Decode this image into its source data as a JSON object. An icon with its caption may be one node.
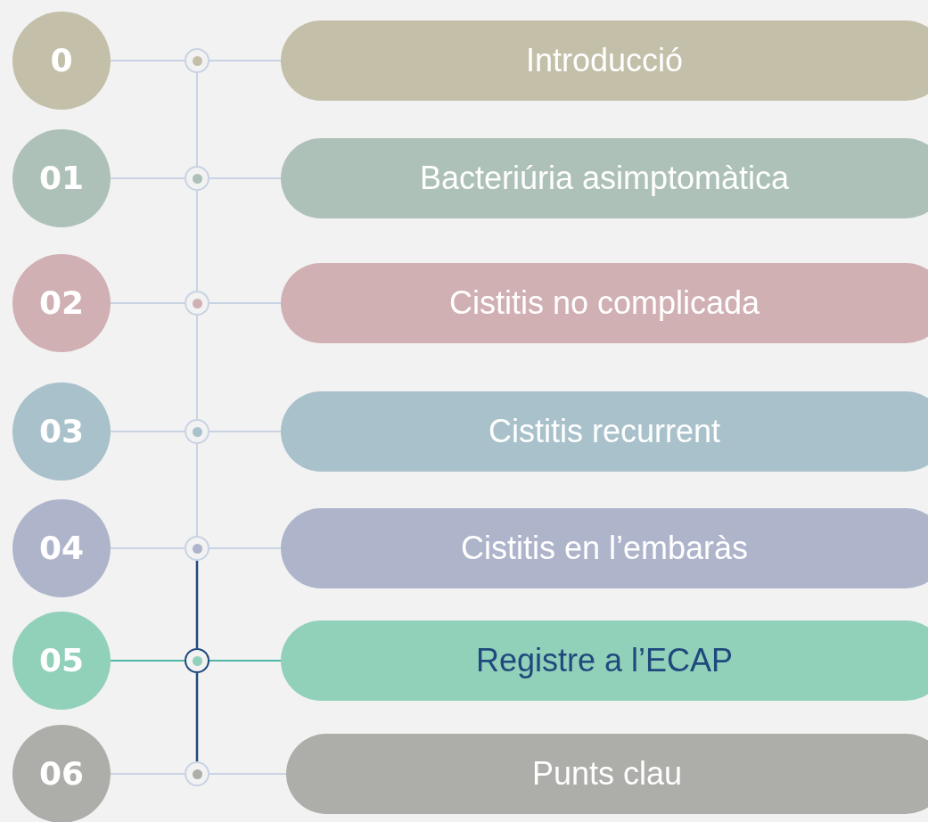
{
  "diagram": {
    "nodes": [
      {
        "text": [
          "0"
        ]
      },
      {
        "text": [],
        "shape": "circle"
      },
      {
        "text": [
          "Introducció"
        ]
      },
      {
        "text": [
          "01"
        ]
      },
      {
        "text": [],
        "shape": "circle"
      },
      {
        "text": [
          "Bacteriúria asimptomàtica"
        ]
      },
      {
        "text": [
          "02"
        ]
      },
      {
        "text": [],
        "shape": "circle"
      },
      {
        "text": [
          "Cistitis no complicada"
        ]
      },
      {
        "text": [
          "03"
        ]
      },
      {
        "text": [],
        "shape": "circle"
      },
      {
        "text": [
          "Cistitis recurrent"
        ]
      },
      {
        "text": [
          "04"
        ]
      },
      {
        "text": [],
        "shape": "circle"
      },
      {
        "text": [
          "Cistitis en l’embaràs"
        ]
      },
      {
        "text": [
          "05"
        ]
      },
      {
        "text": [],
        "shape": "circle"
      },
      {
        "text": [
          "Registre a l’ECAP"
        ]
      },
      {
        "text": [
          "06"
        ]
      },
      {
        "text": [],
        "shape": "circle"
      },
      {
        "text": [
          "Punts clau"
        ]
      }
    ],
    "edges": [
      {
        "from": 0,
        "to": 1,
        "arrow": "none"
      },
      {
        "from": 1,
        "to": 2,
        "arrow": "none"
      },
      {
        "from": 3,
        "to": 4,
        "arrow": "none"
      },
      {
        "from": 4,
        "to": 5,
        "arrow": "none"
      },
      {
        "from": 6,
        "to": 7,
        "arrow": "none"
      },
      {
        "from": 7,
        "to": 8,
        "arrow": "none"
      },
      {
        "from": 9,
        "to": 10,
        "arrow": "none"
      },
      {
        "from": 10,
        "to": 11,
        "arrow": "none"
      },
      {
        "from": 12,
        "to": 13,
        "arrow": "none"
      },
      {
        "from": 13,
        "to": 14,
        "arrow": "none"
      },
      {
        "from": 15,
        "to": 16,
        "arrow": "none",
        "color": "#4db6a4"
      },
      {
        "from": 16,
        "to": 17,
        "arrow": "none",
        "color": "#4db6a4"
      },
      {
        "from": 18,
        "to": 19,
        "arrow": "none"
      },
      {
        "from": 19,
        "to": 20,
        "arrow": "none"
      },
      {
        "from": 1,
        "to": 4,
        "arrow": "none"
      },
      {
        "from": 4,
        "to": 7,
        "arrow": "none"
      },
      {
        "from": 7,
        "to": 10,
        "arrow": "none"
      },
      {
        "from": 10,
        "to": 13,
        "arrow": "none"
      },
      {
        "from": 13,
        "to": 16,
        "arrow": "none",
        "color": "#1f497d"
      },
      {
        "from": 16,
        "to": 19,
        "arrow": "none",
        "color": "#1f497d"
      }
    ]
  }
}
